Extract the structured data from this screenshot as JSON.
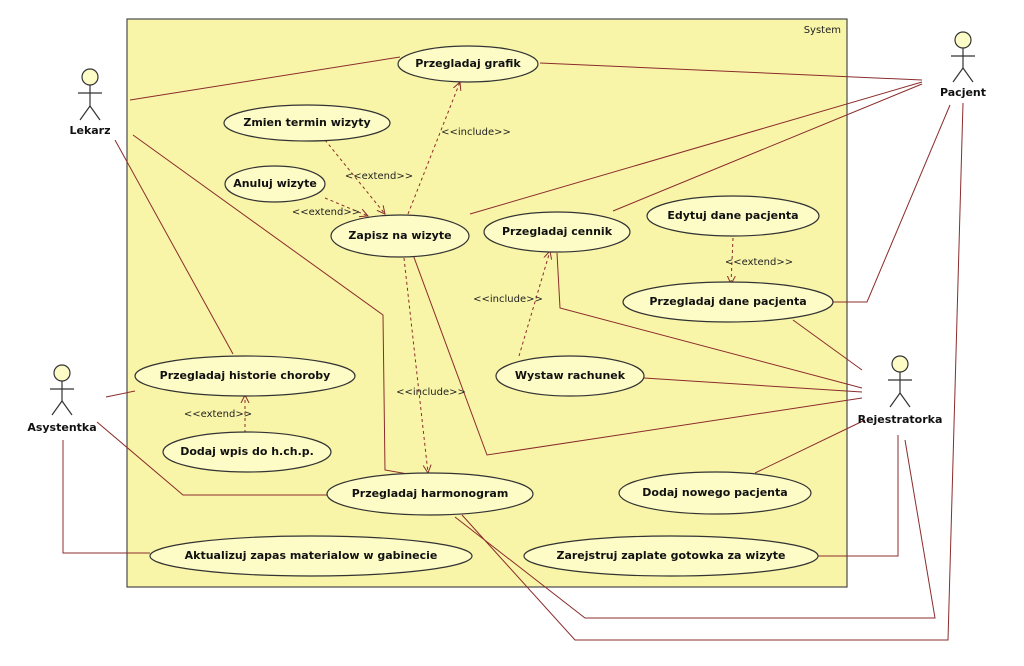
{
  "system_label": "System",
  "colors": {
    "system_fill": "#f9f5a8",
    "usecase_fill": "#fdfcc6",
    "association_line": "#8a2c2c"
  },
  "actors": {
    "lekarz": "Lekarz",
    "pacjent": "Pacjent",
    "asystentka": "Asystentka",
    "rejestratorka": "Rejestratorka"
  },
  "usecases": {
    "przegladaj_grafik": "Przegladaj grafik",
    "zmien_termin": "Zmien termin wizyty",
    "anuluj_wizyte": "Anuluj wizyte",
    "zapisz_na_wizyte": "Zapisz na wizyte",
    "przegladaj_cennik": "Przegladaj cennik",
    "edytuj_dane": "Edytuj dane pacjenta",
    "przegladaj_dane": "Przegladaj dane pacjenta",
    "przegladaj_historie": "Przegladaj historie choroby",
    "wystaw_rachunek": "Wystaw rachunek",
    "dodaj_wpis": "Dodaj wpis do h.ch.p.",
    "przegladaj_harmonogram": "Przegladaj harmonogram",
    "dodaj_pacjenta": "Dodaj nowego pacjenta",
    "aktualizuj_zapas": "Aktualizuj zapas materialow w gabinecie",
    "zarejestruj_zaplate": "Zarejstruj zaplate gotowka za wizyte"
  },
  "relations": {
    "include_grafik": "<<include>>",
    "extend_zmien": "<<extend>>",
    "extend_anuluj": "<<extend>>",
    "include_harmonogram": "<<include>>",
    "include_cennik": "<<include>>",
    "extend_edytuj": "<<extend>>",
    "extend_dodaj_wpis": "<<extend>>"
  }
}
